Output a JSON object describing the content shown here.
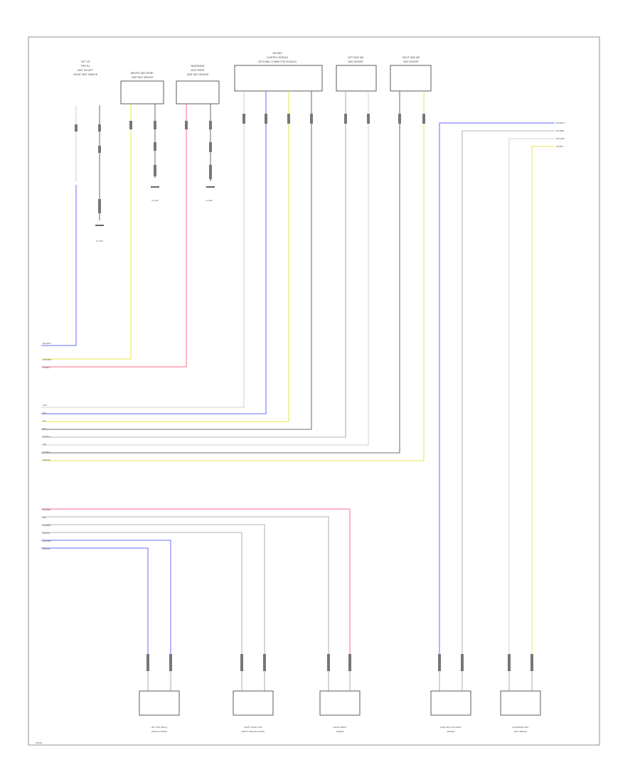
{
  "page": {
    "footer_id": "W0000"
  },
  "top_components": [
    {
      "id": "c1",
      "lines": [
        "LEFT UP",
        "TYPE B1",
        "UNIT ON LEFT",
        "FRONT SEAT SENSOR"
      ]
    },
    {
      "id": "c2",
      "lines": [
        "DRIVER SIDE FRONT",
        "SEAT BELT SENSOR"
      ]
    },
    {
      "id": "c3",
      "lines": [
        "PASSENGER",
        "SIDE FRONT",
        "SEAT BELT SENSOR"
      ]
    },
    {
      "id": "c4",
      "lines": [
        "AIR BAG",
        "CONTROL MODULE",
        "(OPTIONAL CONNECTOR MODULE)"
      ]
    },
    {
      "id": "c5",
      "lines": [
        "LEFT SIDE AIR",
        "BAG SENSOR"
      ]
    },
    {
      "id": "c6",
      "lines": [
        "RIGHT SIDE AIR",
        "BAG SENSOR"
      ]
    }
  ],
  "grounds": [
    "G1-200",
    "G1-200",
    "G1-200"
  ],
  "left_wire_labels": {
    "group1": [
      "BLU/WHT"
    ],
    "group2": [
      "WHT/RED",
      "YEL/BLU"
    ],
    "group3": [
      "WHT",
      "BLU",
      "YEL",
      "BLK",
      "BLK/BLU",
      "GRY",
      "YEL/BLU",
      "GRN/YEL"
    ],
    "group4": [
      "BLK/RED",
      "BLK",
      "BLK/BRN",
      "BLK/YEL",
      "BLU/GRN",
      "BLU/YEL"
    ]
  },
  "right_wire_labels": [
    "BLU/WHT",
    "BLK/BRN",
    "BLK/GRN",
    "YEL/BLU"
  ],
  "bottom_components": [
    {
      "id": "b1",
      "lines": [
        "LEFT SIDE IMPACT",
        "SENSOR (FRONT)"
      ]
    },
    {
      "id": "b2",
      "lines": [
        "RIGHT FRONT SIDE",
        "IMPACT SENSOR (FRONT)"
      ]
    },
    {
      "id": "b3",
      "lines": [
        "FRONT IMPACT",
        "SENSOR"
      ]
    },
    {
      "id": "b4",
      "lines": [
        "REAR SEAT OCCUPANT",
        "SENSOR"
      ]
    },
    {
      "id": "b5",
      "lines": [
        "PASSENGER SEAT",
        "BELT SENSOR"
      ]
    }
  ],
  "colors": {
    "blue": "#6a6aff",
    "yellow": "#e6e64a",
    "red": "#ff6a8a",
    "white": "#d0d0d0",
    "gray": "#9a9a9a",
    "dark": "#444444"
  }
}
